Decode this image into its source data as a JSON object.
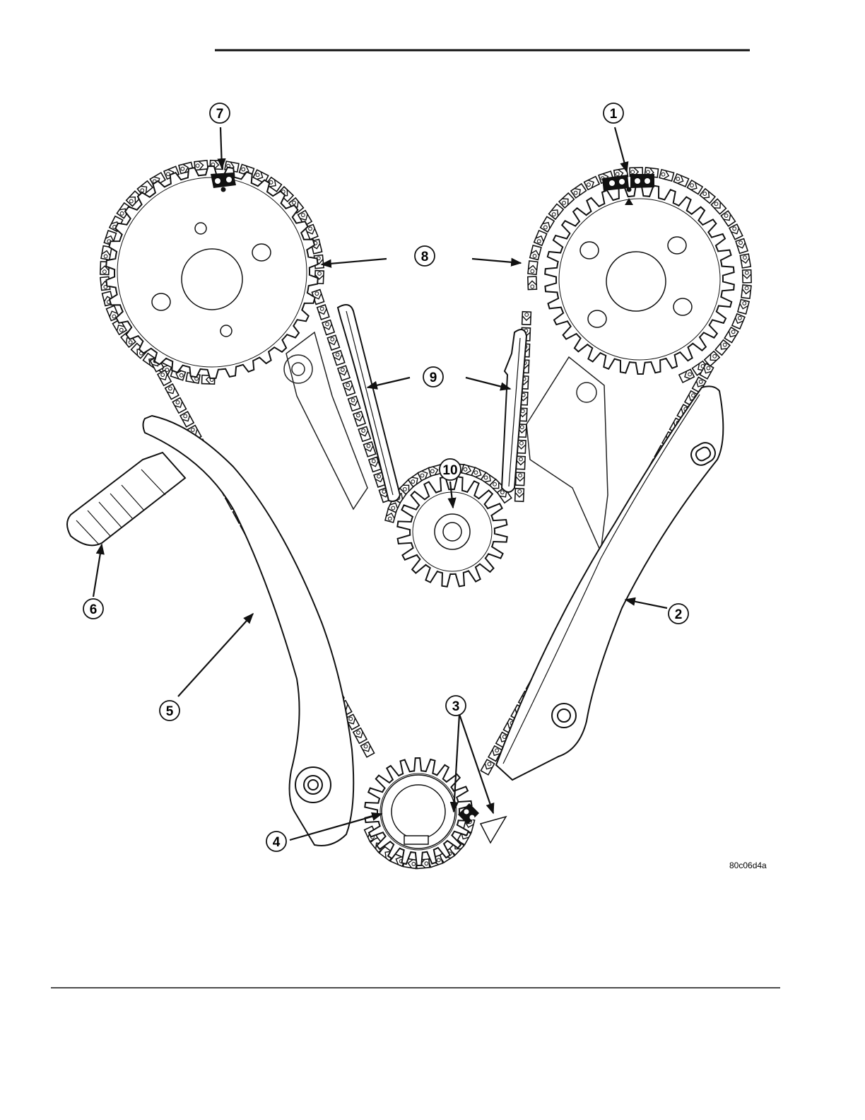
{
  "figure_code": "80c06d4a",
  "callouts": [
    {
      "id": "c1",
      "label": "1"
    },
    {
      "id": "c2",
      "label": "2"
    },
    {
      "id": "c3",
      "label": "3"
    },
    {
      "id": "c4",
      "label": "4"
    },
    {
      "id": "c5",
      "label": "5"
    },
    {
      "id": "c6",
      "label": "6"
    },
    {
      "id": "c7",
      "label": "7"
    },
    {
      "id": "c8",
      "label": "8"
    },
    {
      "id": "c9",
      "label": "9"
    },
    {
      "id": "c10",
      "label": "10"
    }
  ],
  "colors": {
    "ink": "#111111",
    "paper": "#ffffff"
  }
}
